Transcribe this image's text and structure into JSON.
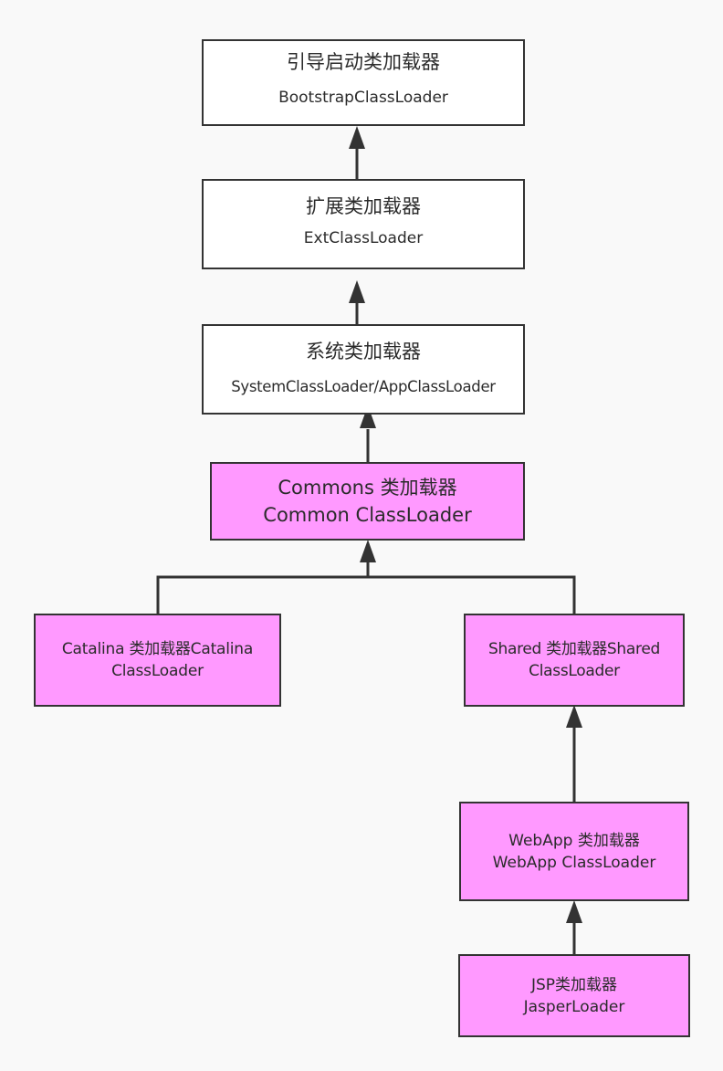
{
  "diagram": {
    "nodes": {
      "bootstrap": {
        "title": "引导启动类加载器",
        "subtitle": "BootstrapClassLoader",
        "fill": "#ffffff"
      },
      "ext": {
        "title": "扩展类加载器",
        "subtitle": "ExtClassLoader",
        "fill": "#ffffff"
      },
      "system": {
        "title": "系统类加载器",
        "subtitle": "SystemClassLoader/AppClassLoader",
        "fill": "#ffffff"
      },
      "common": {
        "title": "Commons 类加载器",
        "subtitle": "Common ClassLoader",
        "fill": "#ff99ff"
      },
      "catalina": {
        "title": "Catalina 类加载器Catalina",
        "subtitle": "ClassLoader",
        "fill": "#ff99ff"
      },
      "shared": {
        "title": "Shared 类加载器Shared",
        "subtitle": "ClassLoader",
        "fill": "#ff99ff"
      },
      "webapp": {
        "title": "WebApp 类加载器",
        "subtitle": "WebApp ClassLoader",
        "fill": "#ff99ff"
      },
      "jsp": {
        "title": "JSP类加载器",
        "subtitle": "JasperLoader",
        "fill": "#ff99ff"
      }
    },
    "edges": [
      {
        "from": "ext",
        "to": "bootstrap"
      },
      {
        "from": "system",
        "to": "ext"
      },
      {
        "from": "common",
        "to": "system"
      },
      {
        "from": "catalina",
        "to": "common"
      },
      {
        "from": "shared",
        "to": "common"
      },
      {
        "from": "webapp",
        "to": "shared"
      },
      {
        "from": "jsp",
        "to": "webapp"
      }
    ],
    "colors": {
      "background": "#f9f9f9",
      "stroke": "#333333",
      "highlight": "#ff99ff"
    }
  }
}
